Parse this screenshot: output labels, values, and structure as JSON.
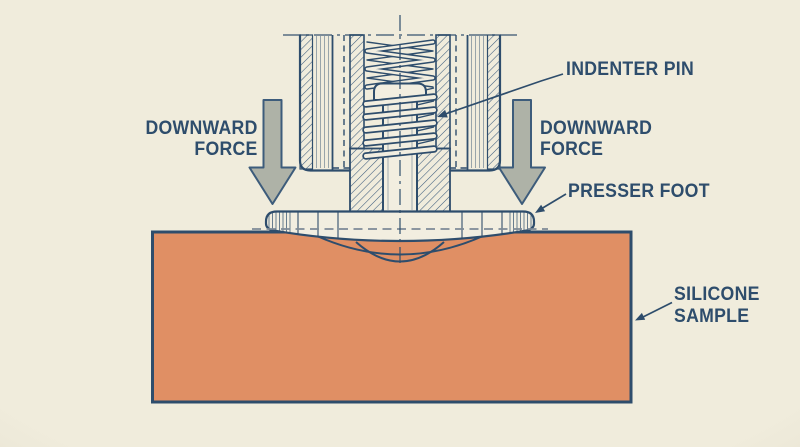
{
  "diagram": {
    "labels": {
      "indenter_pin": "INDENTER PIN",
      "presser_foot": "PRESSER FOOT",
      "force_left_line1": "DOWNWARD",
      "force_left_line2": "FORCE",
      "force_right_line1": "DOWNWARD",
      "force_right_line2": "FORCE",
      "sample_line1": "SILICONE",
      "sample_line2": "SAMPLE"
    },
    "colors": {
      "background": "#f0ecdc",
      "line_navy": "#2e4d6c",
      "sample_orange": "#e08f64",
      "arrow_gray_fill": "#aeb2a7",
      "arrow_outline": "#3d5c7b",
      "part_fill": "#f2eee0",
      "dashed_gray": "#7e8a96"
    }
  }
}
